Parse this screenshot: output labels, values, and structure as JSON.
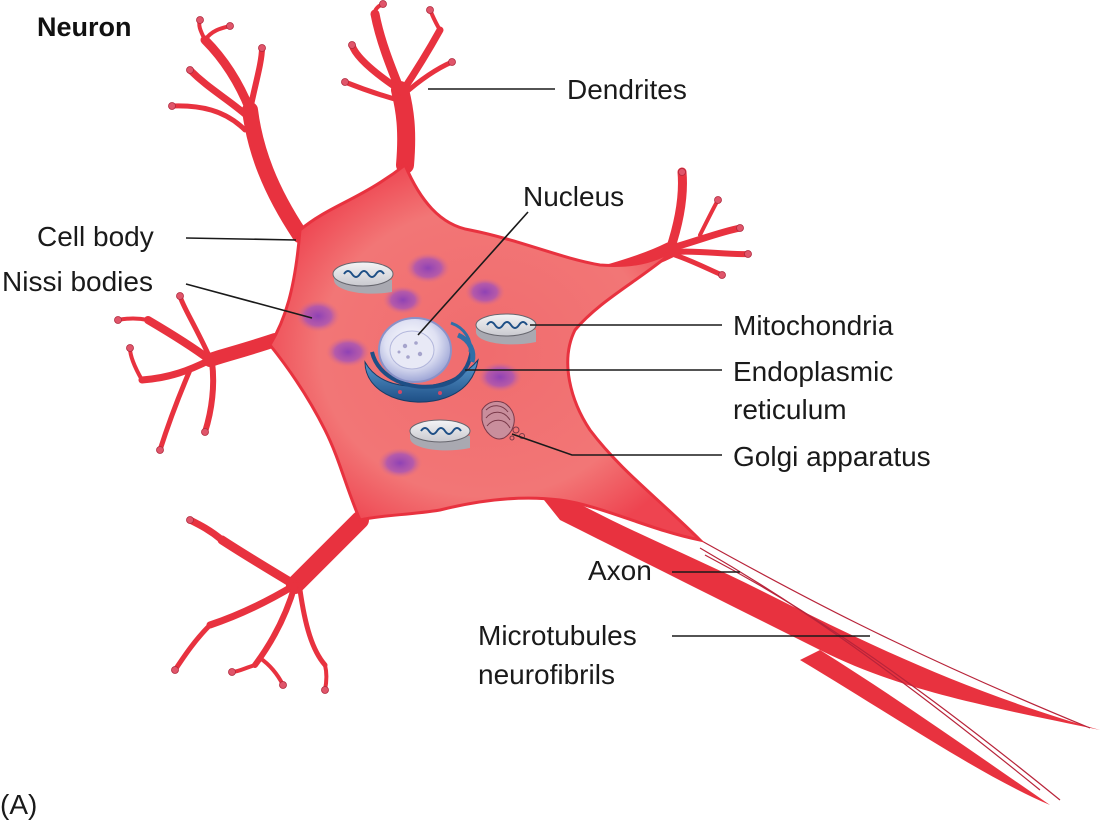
{
  "figure": {
    "title": "Neuron",
    "panel_tag": "(A)"
  },
  "labels": {
    "dendrites": "Dendrites",
    "nucleus": "Nucleus",
    "cell_body": "Cell body",
    "nissl_bodies": "Nissi bodies",
    "mitochondria": "Mitochondria",
    "endoplasmic_reticulum": [
      "Endoplasmic",
      "reticulum"
    ],
    "golgi_apparatus": "Golgi apparatus",
    "axon": "Axon",
    "microtubules": [
      "Microtubules",
      "neurofibrils"
    ]
  },
  "colors": {
    "cell_membrane": "#e8323f",
    "cytoplasm": "#f07a7a",
    "nissl_body": "#9b4fc0",
    "nucleus": "#cfd3ea",
    "endoplasmic_reticulum": "#2f6fa8",
    "mitochondria": "#d4d4d8",
    "golgi": "#c98e9c"
  }
}
